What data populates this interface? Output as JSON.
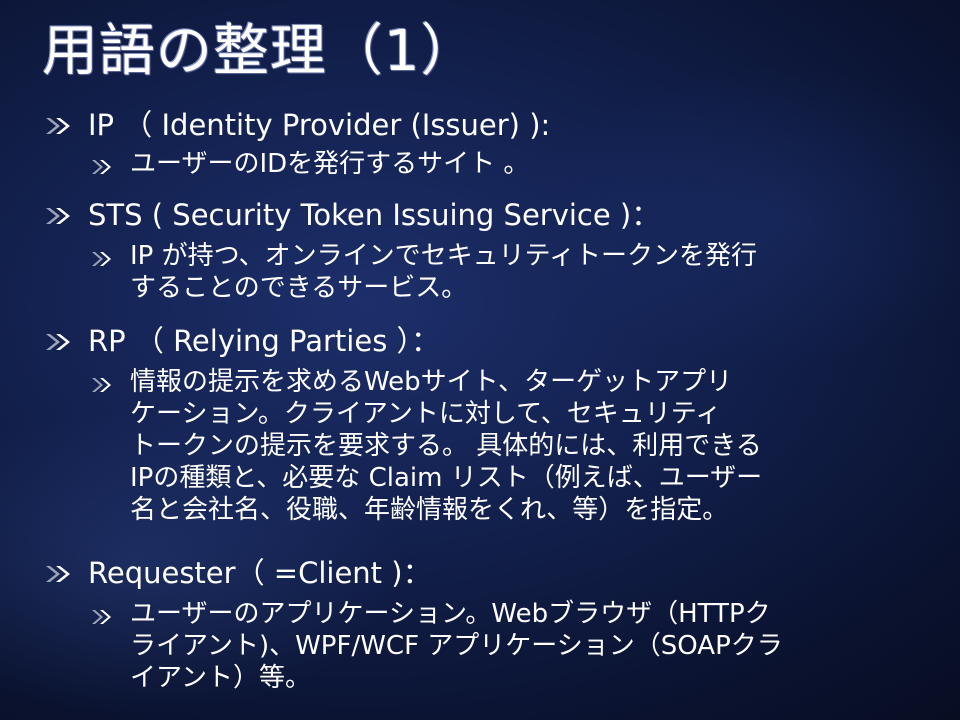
{
  "slide": {
    "title": "用語の整理（1）",
    "items": [
      {
        "heading": "IP （ Identity Provider (Issuer) ):",
        "sub_lines": [
          "ユーザーのIDを発行するサイト 。"
        ]
      },
      {
        "heading": "STS ( Security Token Issuing Service )：",
        "sub_lines": [
          "IP が持つ、オンラインでセキュリティトークンを発行",
          "することのできるサービス。"
        ]
      },
      {
        "heading": "RP （ Relying Parties ）：",
        "sub_lines": [
          "情報の提示を求めるWebサイト、ターゲットアプリ",
          "ケーション。クライアントに対して、セキュリティ",
          "トークンの提示を要求する。 具体的には、利用できる",
          "IPの種類と、必要な Claim リスト（例えば、ユーザー",
          "名と会社名、役職、年齢情報をくれ、等）を指定。"
        ]
      },
      {
        "heading": "Requester（ =Client )：",
        "sub_lines": [
          "ユーザーのアプリケーション。Webブラウザ（HTTPク",
          "ライアント)、WPF/WCF アプリケーション（SOAPクラ",
          "イアント）等。"
        ]
      }
    ]
  },
  "icons": {
    "bullet": "double-chevron-right-icon"
  },
  "colors": {
    "background_center": "#1d2f6b",
    "background_edge": "#070c20",
    "text": "#ffffff",
    "bullet_light": "#ffffff",
    "bullet_shade": "#9aa3b8"
  }
}
